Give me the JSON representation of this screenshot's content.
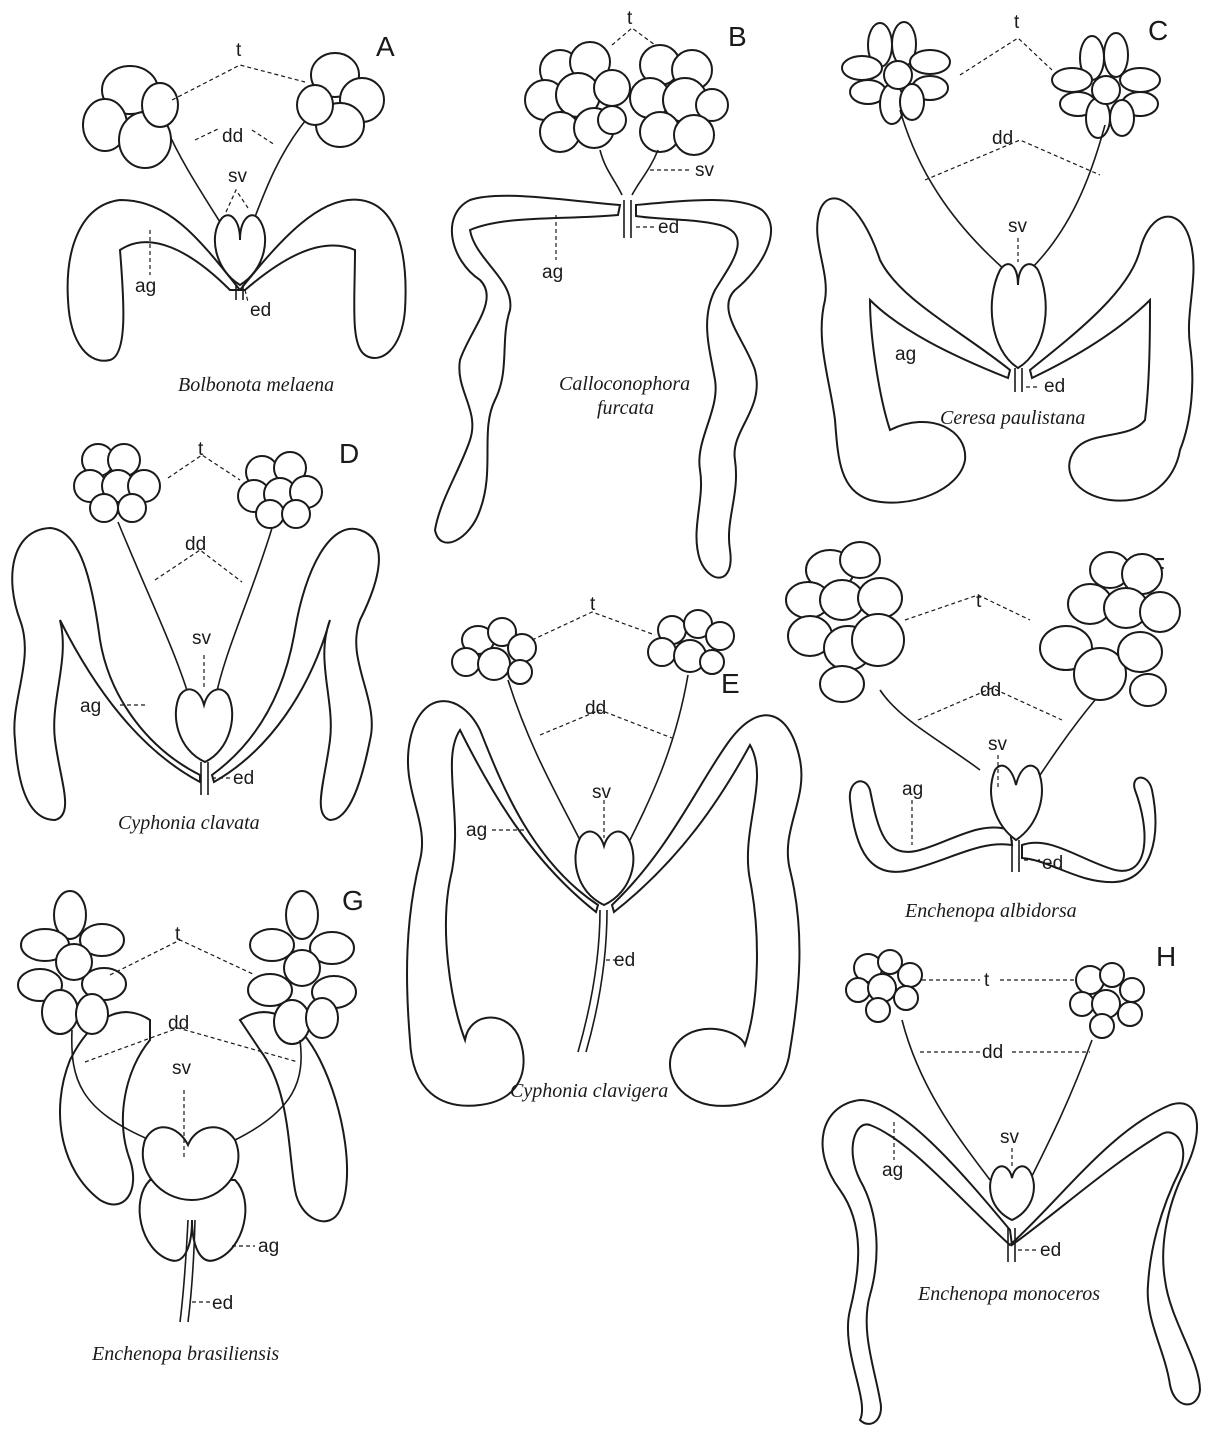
{
  "labels": {
    "testis": "t",
    "deferent_duct": "dd",
    "seminal_vesicle": "sv",
    "accessory_gland": "ag",
    "ejaculatory_duct": "ed"
  },
  "panels": [
    {
      "letter": "A",
      "species": "Bolbonota melaena"
    },
    {
      "letter": "B",
      "species_line1": "Calloconophora",
      "species_line2": "furcata"
    },
    {
      "letter": "C",
      "species": "Ceresa paulistana"
    },
    {
      "letter": "D",
      "species": "Cyphonia clavata"
    },
    {
      "letter": "E",
      "species": "Cyphonia clavigera"
    },
    {
      "letter": "F",
      "species": "Enchenopa albidorsa"
    },
    {
      "letter": "G",
      "species": "Enchenopa brasiliensis"
    },
    {
      "letter": "H",
      "species": "Enchenopa monoceros"
    }
  ]
}
